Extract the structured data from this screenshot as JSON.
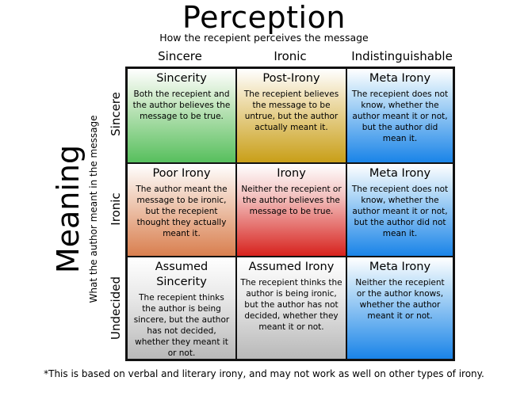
{
  "title": "Perception",
  "subtitle": "How the recepient perceives the message",
  "columns": [
    "Sincere",
    "Ironic",
    "Indistinguishable"
  ],
  "meaning_title": "Meaning",
  "meaning_subtitle": "What the author meant in the message",
  "rows": [
    "Sincere",
    "Ironic",
    "Undecided"
  ],
  "cells": [
    [
      {
        "title": "Sincerity",
        "text": "Both the recepient and the author believes the message to be true.",
        "color": "#57bf5d"
      },
      {
        "title": "Post-Irony",
        "text": "The recepient believes the message to be untrue, but the author actually meant it.",
        "color": "#c99f18"
      },
      {
        "title": "Meta Irony",
        "text": "The recepient does not know, whether the author meant it or not, but the author did mean it.",
        "color": "#1a84e8"
      }
    ],
    [
      {
        "title": "Poor Irony",
        "text": "The author meant the message to be ironic, but the recepient thought they actually meant it.",
        "color": "#d97f4f"
      },
      {
        "title": "Irony",
        "text": "Neither the recepient or the author believes the message to be true.",
        "color": "#d7221d"
      },
      {
        "title": "Meta Irony",
        "text": "The recepient does not know, whether the author meant it or not, but the author did not mean it.",
        "color": "#1a84e8"
      }
    ],
    [
      {
        "title": "Assumed Sincerity",
        "text": "The recepient thinks the author is being sincere, but the author has not decided, whether they meant it or not.",
        "color": "#b8b8b8"
      },
      {
        "title": "Assumed Irony",
        "text": "The recepient thinks the author is being ironic, but the author has not decided, whether they meant it or not.",
        "color": "#b8b8b8"
      },
      {
        "title": "Meta Irony",
        "text": "Neither the recepient or the author knows, whether the author meant it or not.",
        "color": "#1a84e8"
      }
    ]
  ],
  "footnote": "*This is based on verbal and literary irony, and may not work as well on other types of irony."
}
